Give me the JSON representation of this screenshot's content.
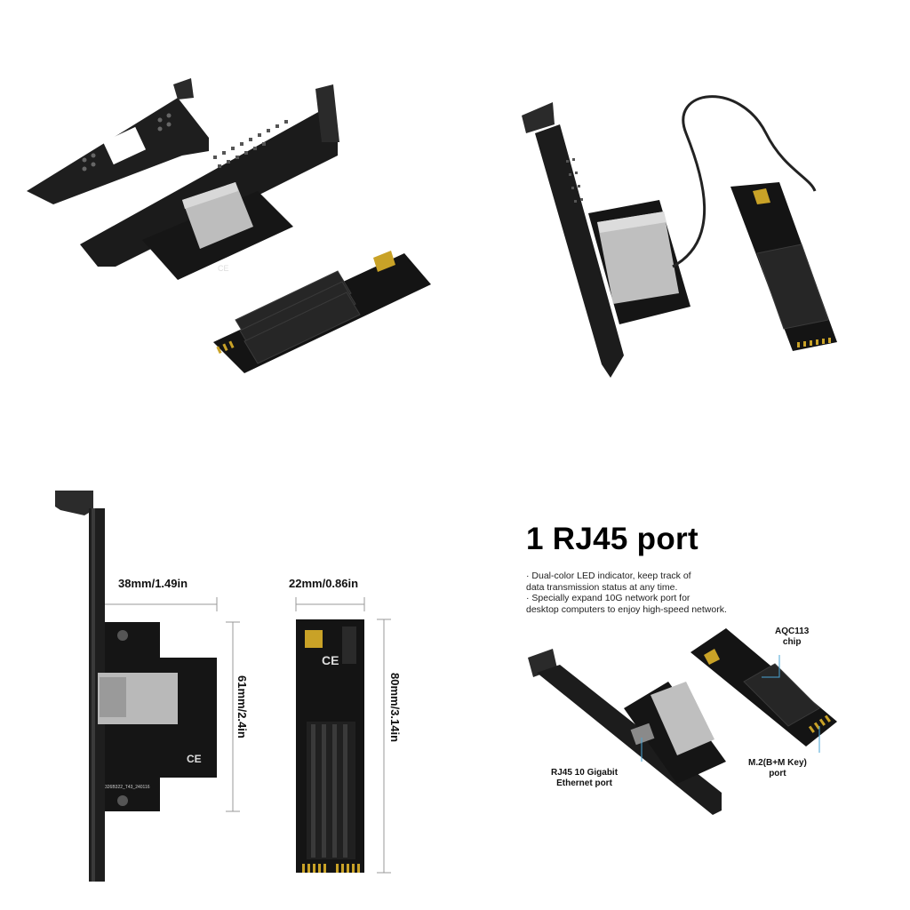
{
  "colors": {
    "board": "#1a1a1a",
    "bracket": "#222222",
    "metal": "#b9b9b9",
    "pad": "#c9a227"
  },
  "panel3": {
    "width_label": "38mm/1.49in",
    "height_label": "61mm/2.4in",
    "m2_width_label": "22mm/0.86in",
    "m2_height_label": "80mm/3.14in",
    "pcb_code": "326B322_T43_240116"
  },
  "panel4": {
    "heading": "1 RJ45 port",
    "bullets": [
      "· Dual-color LED indicator, keep track of",
      "data transmission status at any time.",
      "· Specially expand 10G network port for",
      "desktop computers to enjoy high-speed network."
    ],
    "callouts": {
      "chip": [
        "AQC113",
        "chip"
      ],
      "rj45": [
        "RJ45 10 Gigabit",
        "Ethernet port"
      ],
      "m2": [
        "M.2(B+M Key)",
        "port"
      ]
    }
  }
}
